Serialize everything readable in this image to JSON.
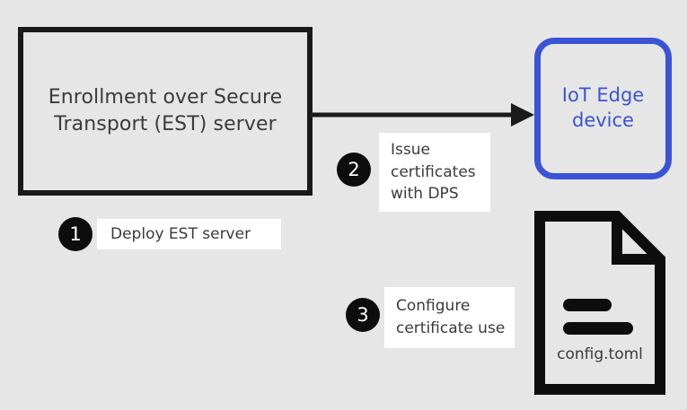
{
  "diagram": {
    "background_color": "#e6e6e6",
    "accent_blue": "#3b53d6",
    "ink_black": "#1a1a1a",
    "text_gray": "#3b3b3b",
    "nodes": {
      "est_server": {
        "label": "Enrollment over Secure\nTransport (EST) server"
      },
      "iot_edge_device": {
        "label": "IoT Edge\ndevice"
      },
      "config_file": {
        "filename": "config.toml"
      }
    },
    "steps": [
      {
        "number": "1",
        "label": "Deploy EST server"
      },
      {
        "number": "2",
        "label": "Issue\ncertificates\nwith DPS"
      },
      {
        "number": "3",
        "label": "Configure\ncertificate use"
      }
    ]
  }
}
